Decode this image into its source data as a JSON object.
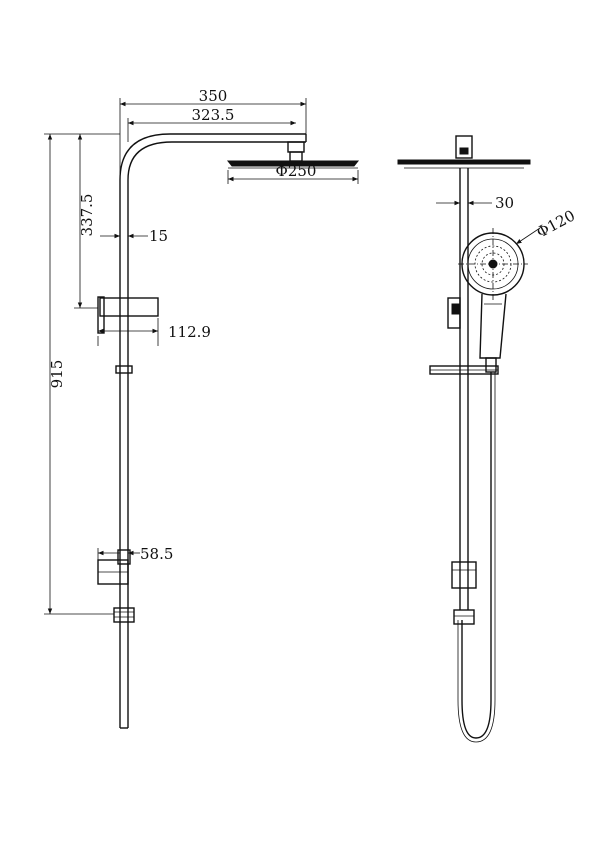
{
  "dimensions": {
    "total_width": "350",
    "arm_length": "323.5",
    "head_diameter": "Φ250",
    "upper_height": "337.5",
    "rail_offset": "15",
    "holder_depth": "112.9",
    "total_height": "915",
    "bracket_depth": "58.5",
    "side_offset": "30",
    "handset_diameter": "Φ120"
  }
}
